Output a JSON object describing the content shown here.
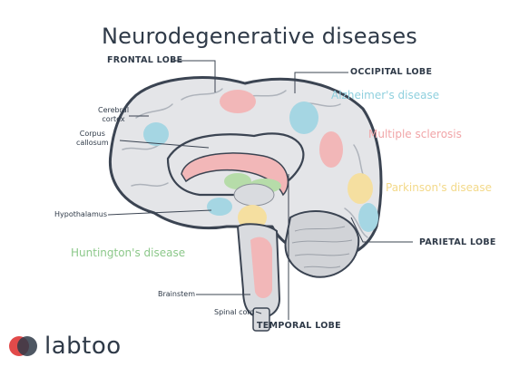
{
  "title": "Neurodegenerative diseases",
  "labels": {
    "frontal_lobe": "FRONTAL LOBE",
    "occipital_lobe": "OCCIPITAL LOBE",
    "parietal_lobe": "PARIETAL LOBE",
    "temporal_lobe": "TEMPORAL LOBE",
    "cerebral_cortex": [
      "Cerebral",
      "cortex"
    ],
    "corpus_callosum": [
      "Corpus",
      "callosum"
    ],
    "hypothalamus": "Hypothalamus",
    "brainstem": "Brainstem",
    "spinal_cord": "Spinal cord"
  },
  "legend": [
    {
      "label": "Alzheimer's disease",
      "color": "#8fd0de"
    },
    {
      "label": "Multiple sclerosis",
      "color": "#f1a5a8"
    },
    {
      "label": "Parkinson's disease",
      "color": "#f3d98a"
    },
    {
      "label": "Huntington's disease",
      "color": "#8cc88a"
    }
  ],
  "logo": {
    "text": "labtoo",
    "icon": "labtoo-logo-icon",
    "colors": [
      "#e24a4a",
      "#2f3a48"
    ]
  }
}
